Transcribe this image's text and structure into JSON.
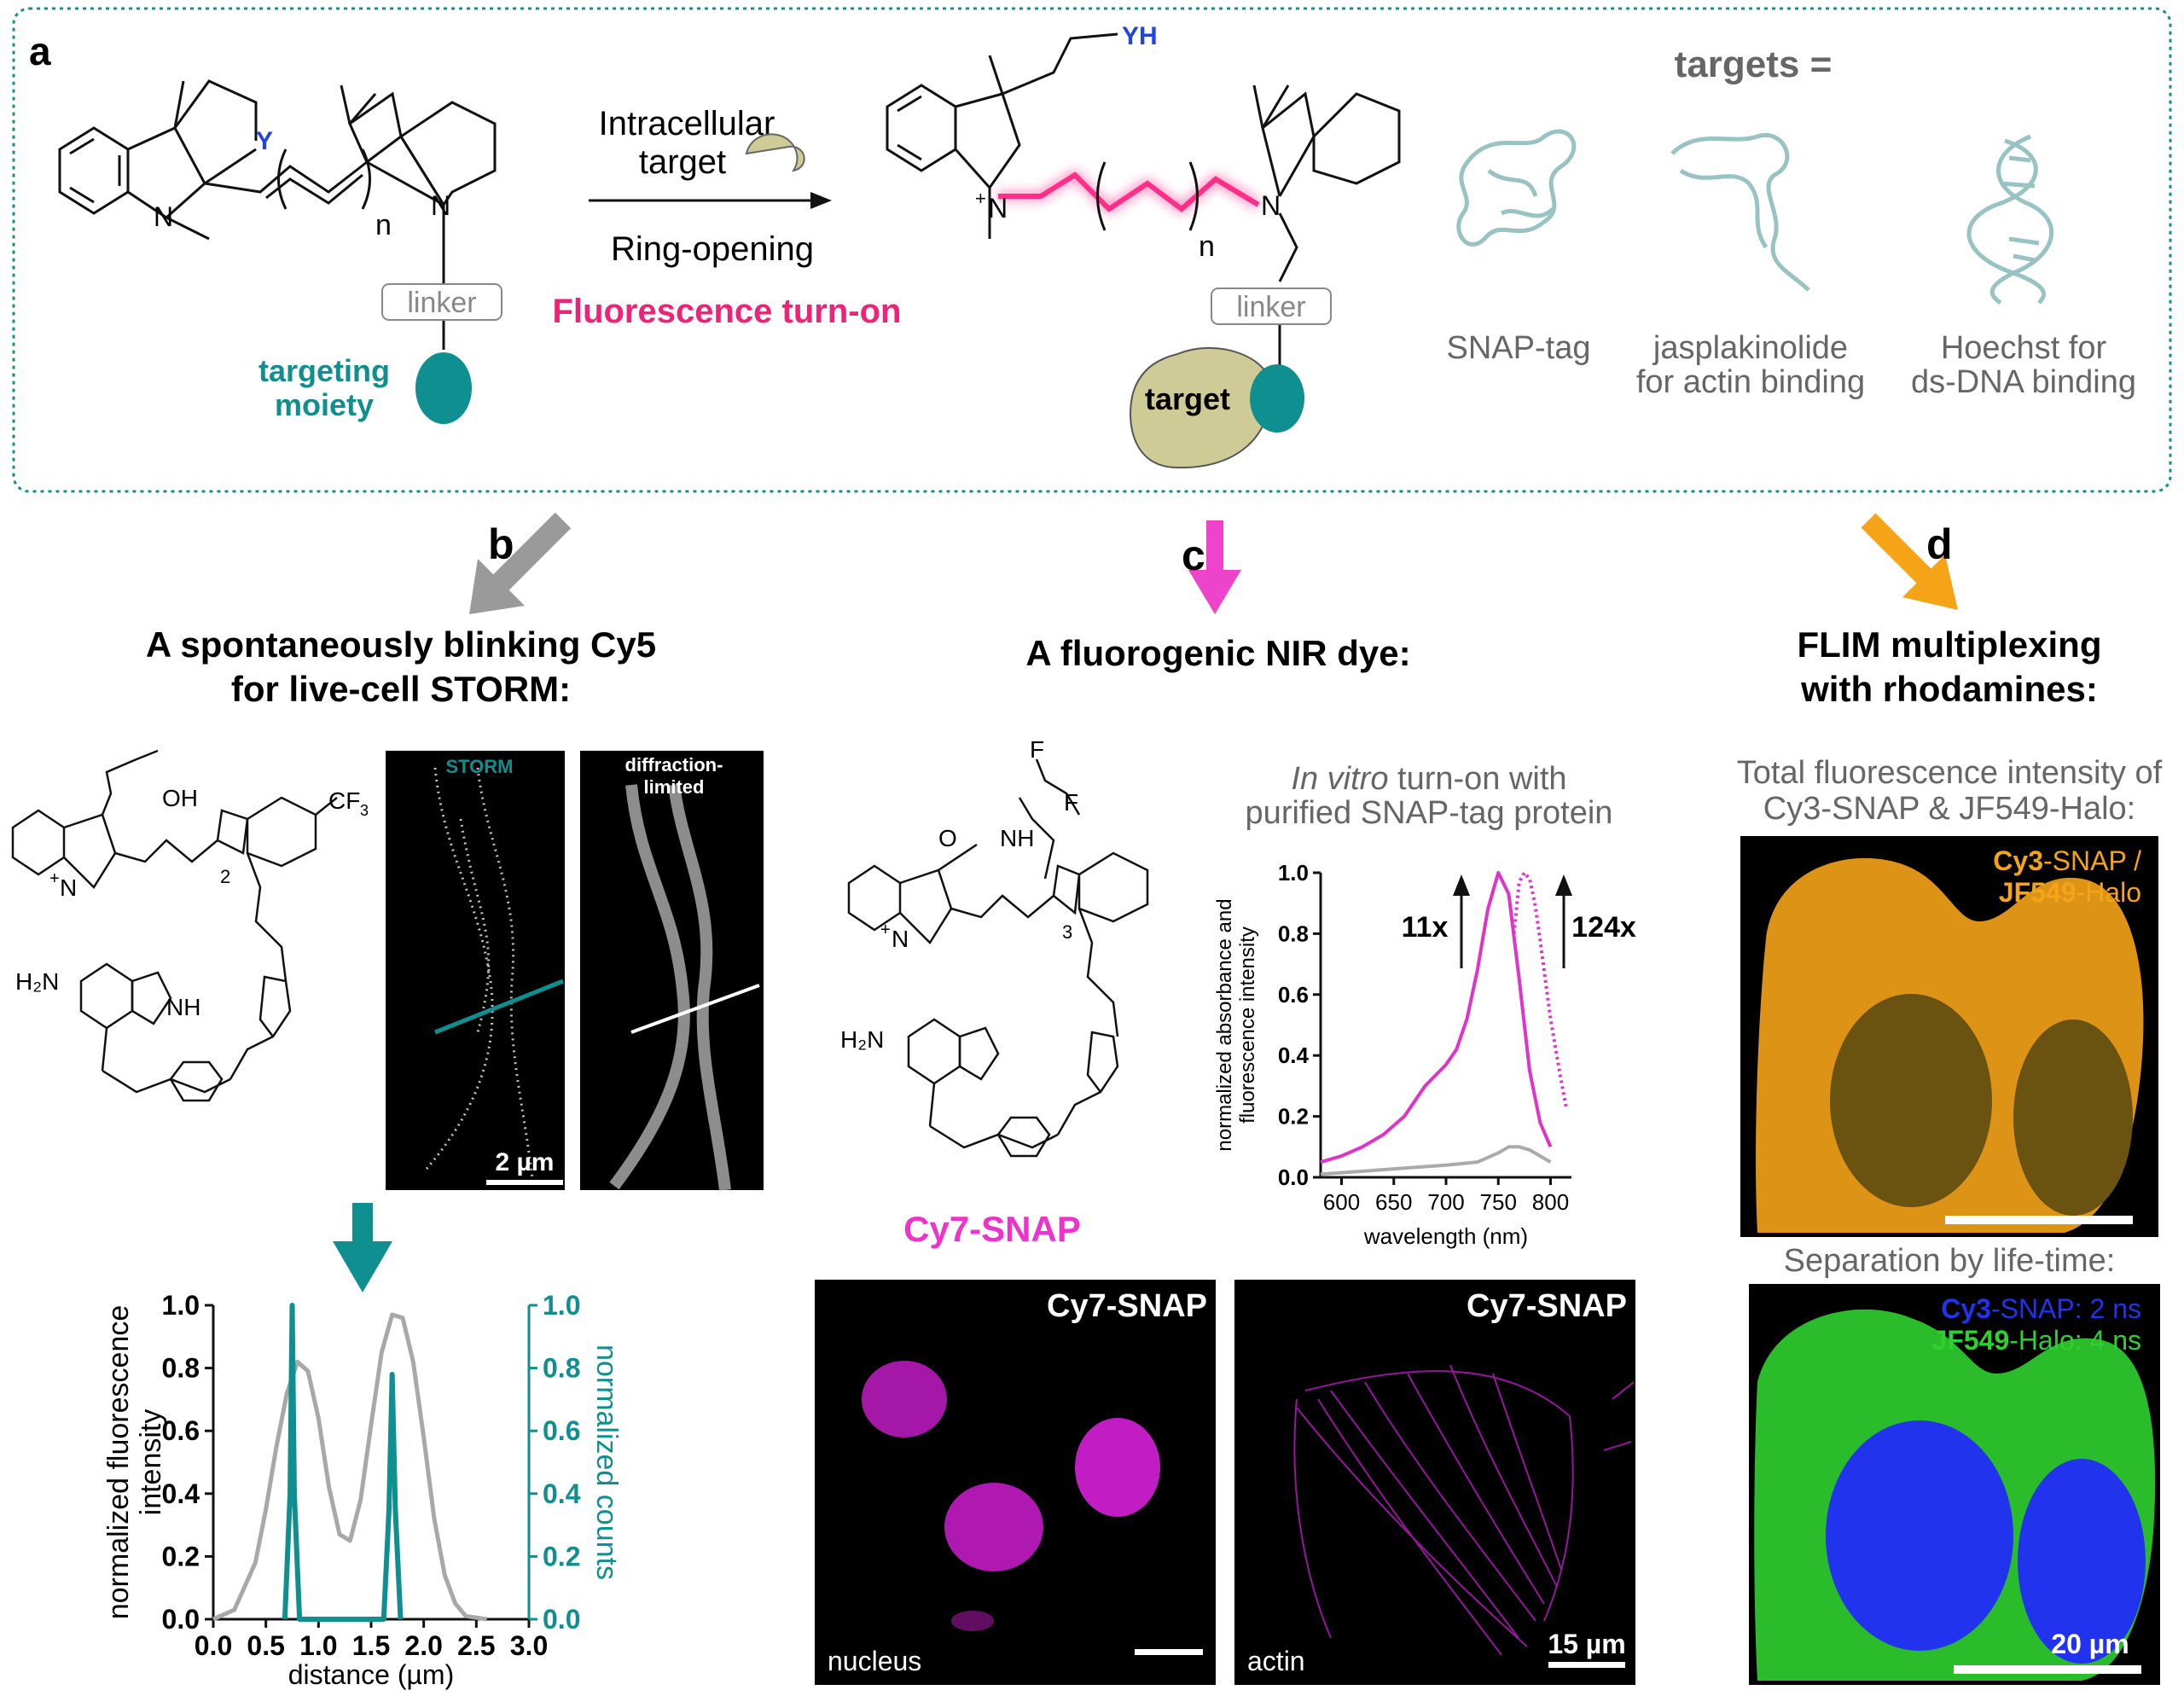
{
  "panel_a": {
    "letter": "a",
    "left_molecule": {
      "y_atom": "Y",
      "n_sub": "n",
      "nitrogen_left": "N",
      "nitrogen_right": "N",
      "linker": "linker",
      "moiety_line1": "targeting",
      "moiety_line2": "moiety"
    },
    "arrow_top_line1": "Intracellular",
    "arrow_top_line2": "target",
    "arrow_bottom": "Ring-opening",
    "turn_on": "Fluorescence turn-on",
    "right_molecule": {
      "yh": "YH",
      "n_sub": "n",
      "nplus": "N",
      "charge": "+",
      "nitrogen_right": "N",
      "linker": "linker",
      "target": "target"
    },
    "targets_header": "targets =",
    "targets": [
      {
        "line1": "SNAP-tag",
        "line2": ""
      },
      {
        "line1": "jasplakinolide",
        "line2": "for actin binding"
      },
      {
        "line1": "Hoechst for",
        "line2": "ds-DNA binding"
      }
    ]
  },
  "panel_b": {
    "letter": "b",
    "title_line1": "A spontaneously blinking Cy5",
    "title_line2": "for live-cell STORM:",
    "chem": {
      "oh": "OH",
      "cf3": "CF",
      "cf3_sub": "3",
      "h2n": "H₂N",
      "nh": "NH",
      "n_sub": "2",
      "nplus": "N",
      "plus": "+"
    },
    "storm_label": "STORM",
    "diffraction_line1": "diffraction-",
    "diffraction_line2": "limited",
    "scale_bar": "2 µm",
    "colors": {
      "teal": "#0f8f8f",
      "gray": "#a8a8a8"
    }
  },
  "panel_c": {
    "letter": "c",
    "title": "A fluorogenic NIR dye:",
    "dye_name": "Cy7-SNAP",
    "chem": {
      "f1": "F",
      "f2": "F",
      "nh": "NH",
      "o": "O",
      "h2n": "H₂N",
      "n_sub": "3",
      "nplus": "N",
      "plus": "+"
    },
    "inset_title_italic": "In vitro",
    "inset_title_rest": " turn-on with",
    "inset_title_line2": "purified SNAP-tag protein",
    "fold_left": "11x",
    "fold_right": "124x",
    "img_left": {
      "title": "Cy7-SNAP",
      "caption": "nucleus",
      "scale": ""
    },
    "img_right": {
      "title": "Cy7-SNAP",
      "caption": "actin",
      "scale": "15 µm"
    }
  },
  "panel_d": {
    "letter": "d",
    "title_line1": "FLIM multiplexing",
    "title_line2": "with rhodamines:",
    "subtitle_line1": "Total fluorescence intensity of",
    "subtitle_line2": "Cy3-SNAP & JF549-Halo:",
    "img_top_label_line1_bold": "Cy3",
    "img_top_label_line1_rest": "-SNAP /",
    "img_top_label_line2_bold": "JF549",
    "img_top_label_line2_rest": "-Halo",
    "separation": "Separation by life-time:",
    "img_bottom_label1_bold": "Cy3",
    "img_bottom_label1_rest": "-SNAP: 2 ns",
    "img_bottom_label2_bold": "JF549",
    "img_bottom_label2_rest": "-Halo: 4 ns",
    "scale": "20 µm",
    "colors": {
      "orange": "#f5a418",
      "blue": "#2233ee",
      "green": "#2fd02f"
    }
  },
  "chart_data": [
    {
      "type": "line",
      "title": "",
      "xlabel": "distance (µm)",
      "ylabel": "normalized fluorescence intensity",
      "ylabel_right": "normalized counts",
      "xlim": [
        0.0,
        3.0
      ],
      "ylim": [
        0.0,
        1.0
      ],
      "xticks": [
        "0.0",
        "0.5",
        "1.0",
        "1.5",
        "2.0",
        "2.5",
        "3.0"
      ],
      "yticks": [
        "0.0",
        "0.2",
        "0.4",
        "0.6",
        "0.8",
        "1.0"
      ],
      "series": [
        {
          "x": [
            0.0,
            0.2,
            0.4,
            0.5,
            0.6,
            0.7,
            0.8,
            0.9,
            1.0,
            1.1,
            1.2,
            1.3,
            1.4,
            1.5,
            1.6,
            1.7,
            1.8,
            1.9,
            2.0,
            2.1,
            2.2,
            2.3,
            2.4,
            2.6
          ],
          "values": [
            0.0,
            0.03,
            0.18,
            0.35,
            0.55,
            0.72,
            0.82,
            0.79,
            0.64,
            0.42,
            0.27,
            0.25,
            0.38,
            0.62,
            0.85,
            0.97,
            0.96,
            0.82,
            0.58,
            0.32,
            0.14,
            0.05,
            0.01,
            0.0
          ]
        },
        {
          "x": [
            0.68,
            0.73,
            0.75,
            0.77,
            0.82,
            1.62,
            1.67,
            1.7,
            1.73,
            1.78
          ],
          "values": [
            0.0,
            0.4,
            1.0,
            0.4,
            0.0,
            0.0,
            0.35,
            0.78,
            0.35,
            0.0
          ]
        }
      ]
    },
    {
      "type": "line",
      "title": "",
      "xlabel": "wavelength (nm)",
      "ylabel": "normalized absorbance and fluorescence intensity",
      "xlim": [
        580,
        820
      ],
      "ylim": [
        0.0,
        1.0
      ],
      "xticks": [
        "600",
        "650",
        "700",
        "750",
        "800"
      ],
      "yticks": [
        "0.0",
        "0.2",
        "0.4",
        "0.6",
        "0.8",
        "1.0"
      ],
      "series": [
        {
          "x": [
            580,
            600,
            620,
            640,
            660,
            680,
            700,
            710,
            720,
            730,
            740,
            750,
            760,
            770,
            780,
            790,
            800
          ],
          "values": [
            0.05,
            0.07,
            0.1,
            0.14,
            0.2,
            0.3,
            0.37,
            0.42,
            0.52,
            0.68,
            0.88,
            1.0,
            0.93,
            0.65,
            0.35,
            0.18,
            0.1
          ]
        },
        {
          "x": [
            765,
            770,
            775,
            780,
            785,
            790,
            800,
            810,
            815
          ],
          "values": [
            0.8,
            0.97,
            1.0,
            0.98,
            0.9,
            0.78,
            0.52,
            0.32,
            0.23
          ]
        },
        {
          "x": [
            580,
            620,
            660,
            700,
            730,
            750,
            760,
            770,
            780,
            790,
            800
          ],
          "values": [
            0.01,
            0.02,
            0.03,
            0.04,
            0.05,
            0.08,
            0.1,
            0.1,
            0.09,
            0.07,
            0.05
          ]
        }
      ]
    }
  ]
}
